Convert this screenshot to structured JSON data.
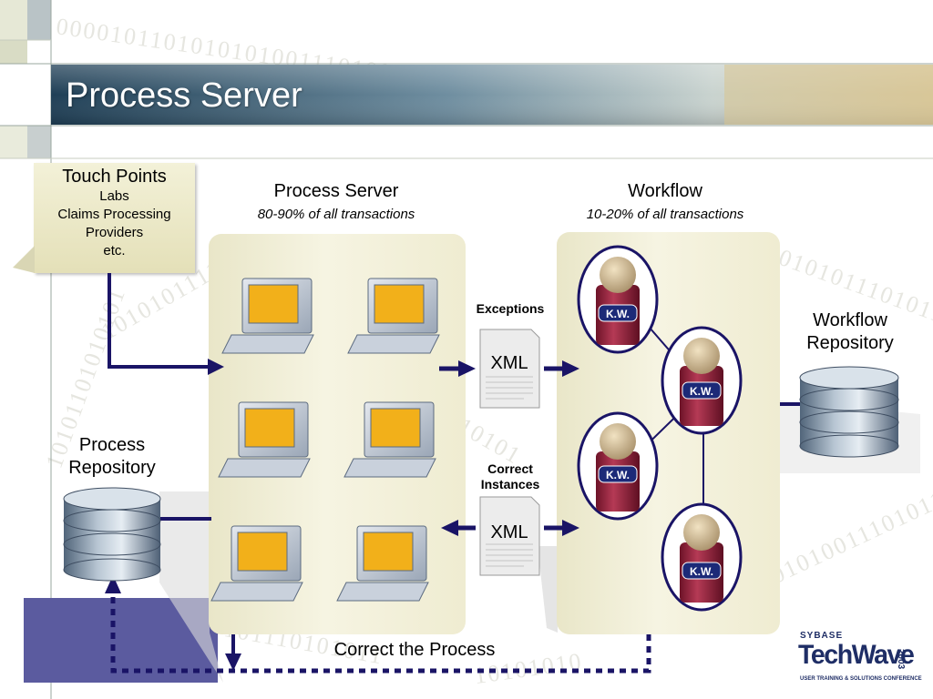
{
  "slide": {
    "title": "Process Server"
  },
  "touch_points": {
    "title": "Touch Points",
    "items": [
      "Labs",
      "Claims Processing",
      "Providers",
      "etc."
    ]
  },
  "process_server": {
    "title": "Process Server",
    "subtitle": "80-90% of all transactions"
  },
  "workflow": {
    "title": "Workflow",
    "subtitle": "10-20% of all transactions",
    "node_label": "K.W."
  },
  "workflow_repository": {
    "line1": "Workflow",
    "line2": "Repository"
  },
  "process_repository": {
    "line1": "Process",
    "line2": "Repository"
  },
  "exceptions": {
    "label": "Exceptions",
    "doc": "XML"
  },
  "correct_instances": {
    "line1": "Correct",
    "line2": "Instances",
    "doc": "XML"
  },
  "footer": {
    "correct_process": "Correct the Process"
  },
  "logo": {
    "brand_top": "SYBASE",
    "brand_main": "TechWave",
    "year": "2003",
    "tagline": "USER TRAINING & SOLUTIONS CONFERENCE"
  },
  "background_binary": [
    "0000101101010101001110100",
    "10101101010101",
    "0101011101011",
    "101010011101011110101",
    "10101",
    "10101011110100",
    "0101110101011",
    "10101010"
  ],
  "colors": {
    "arrow": "#1a1466",
    "title_bar": "#2a4d64",
    "panel": "#efecd3",
    "purple_block": "#5b5b9f",
    "kw_body": "#8c1f3a",
    "kw_badge": "#1c2a78",
    "monitor_screen": "#f2b01a",
    "logo": "#1f2e66"
  }
}
